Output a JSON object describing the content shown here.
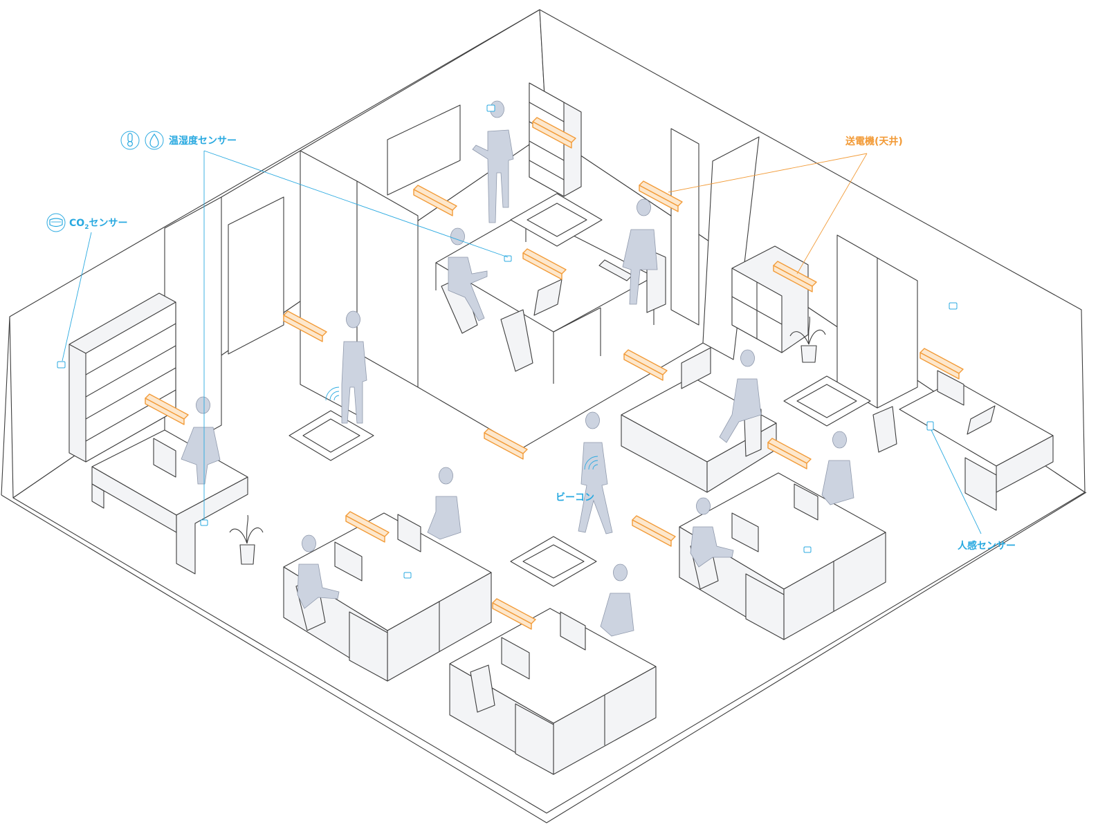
{
  "colors": {
    "sensor_blue": "#29a9e0",
    "transmitter_orange": "#f29b38",
    "transmitter_fill": "#fde7cc",
    "line_gray": "#3c3c3c",
    "furniture_fill": "#f3f4f6",
    "person_fill": "#ccd3e0"
  },
  "labels": {
    "temp_humidity_sensor": "温湿度センサー",
    "co2_sensor_prefix": "CO",
    "co2_sensor_sub": "2",
    "co2_sensor_suffix": "センサー",
    "transmitter_ceiling": "送電機(天井)",
    "beacon": "ビーコン",
    "motion_sensor": "人感センサー"
  },
  "icons": {
    "thermometer": "thermometer-icon",
    "water_drop": "water-drop-icon",
    "mask": "mask-icon",
    "beacon_wave": "wifi-wave-icon"
  }
}
